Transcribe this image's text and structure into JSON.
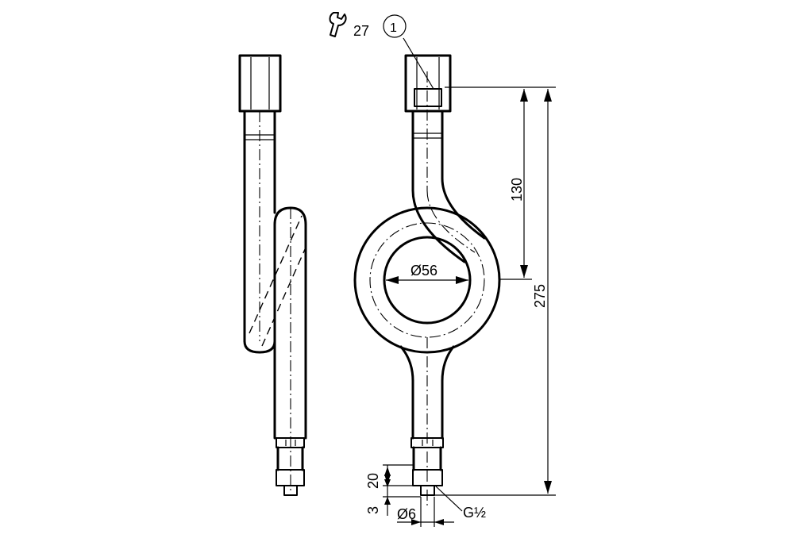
{
  "dimensions": {
    "wrench_size": "27",
    "callout": "1",
    "diameter_inner": "Ø56",
    "height_upper": "130",
    "height_total": "275",
    "length_thread": "20",
    "length_tip": "3",
    "diameter_tip": "Ø6",
    "thread": "G½"
  },
  "icons": {
    "wrench": "wrench-icon"
  }
}
